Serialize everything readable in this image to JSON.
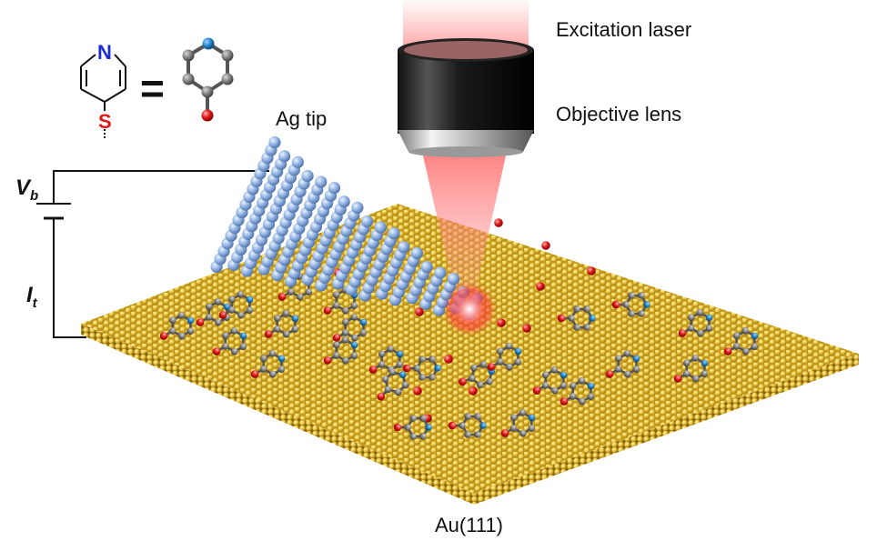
{
  "labels": {
    "excitation_laser": "Excitation laser",
    "objective_lens": "Objective lens",
    "ag_tip": "Ag tip",
    "substrate": "Au(111)",
    "bias_voltage": {
      "main": "V",
      "sub": "b"
    },
    "tunneling_current": {
      "main": "I",
      "sub": "t"
    }
  },
  "molecule_legend": {
    "nitrogen_symbol": "N",
    "sulfur_symbol": "S",
    "equals_sign": "="
  },
  "colors": {
    "gold": "#e8c23a",
    "gold_dark": "#a07a0c",
    "silver_tip": "#8fb0e0",
    "carbon": "#7a7a7a",
    "nitrogen": "#1e7fc4",
    "sulfur": "#e01818",
    "nitrogen_text": "#1a2ad6",
    "sulfur_text": "#e01818",
    "laser": "#ff6b6b"
  }
}
